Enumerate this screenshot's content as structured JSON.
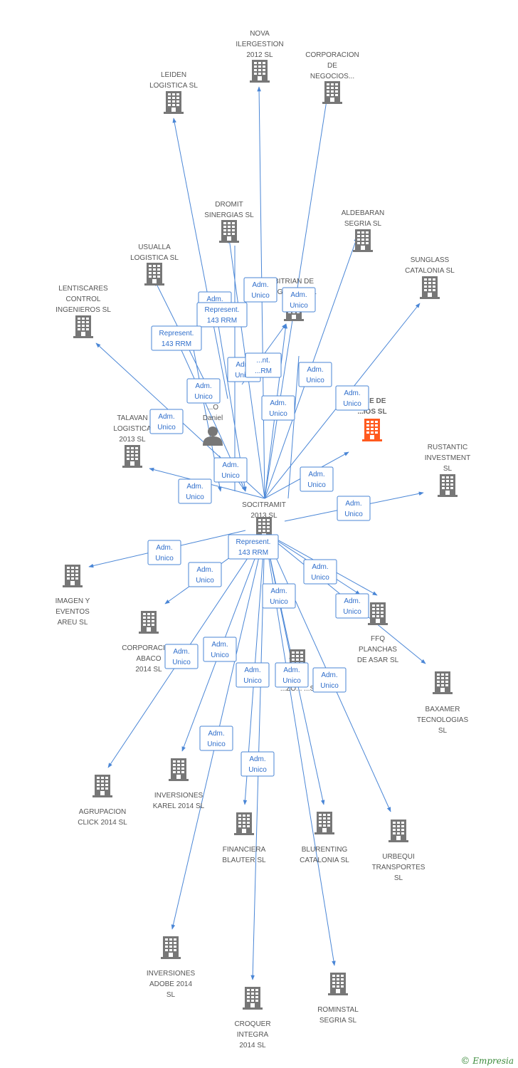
{
  "colors": {
    "edge": "#4a86d6",
    "building": "#777777",
    "highlight": "#ff5a1f",
    "label": "#555555"
  },
  "nodes": [
    {
      "id": "nova",
      "lines": [
        "NOVA",
        "ILERGESTION",
        "2012 SL"
      ],
      "icon": "building"
    },
    {
      "id": "corp_negocios",
      "lines": [
        "CORPORACION",
        "DE",
        "NEGOCIOS..."
      ],
      "icon": "building"
    },
    {
      "id": "leiden",
      "lines": [
        "LEIDEN",
        "LOGISTICA  SL"
      ],
      "icon": "building"
    },
    {
      "id": "dromit",
      "lines": [
        "DROMIT",
        "SINERGIAS  SL"
      ],
      "icon": "building"
    },
    {
      "id": "aldebaran",
      "lines": [
        "ALDEBARAN",
        "SEGRIA  SL"
      ],
      "icon": "building"
    },
    {
      "id": "usualla",
      "lines": [
        "USUALLA",
        "LOGISTICA  SL"
      ],
      "icon": "building"
    },
    {
      "id": "sunglass",
      "lines": [
        "SUNGLASS",
        "CATALONIA  SL"
      ],
      "icon": "building"
    },
    {
      "id": "bitrian",
      "lines": [
        "BITRIAN DE",
        "...GOCIOS  SL"
      ],
      "icon": "building"
    },
    {
      "id": "lentiscares",
      "lines": [
        "LENTISCARES",
        "CONTROL",
        "INGENIEROS  SL"
      ],
      "icon": "building"
    },
    {
      "id": "focus",
      "lines": [
        "...RE DE",
        "...IOS  SL"
      ],
      "icon": "building-highlight"
    },
    {
      "id": "daniel",
      "lines": [
        "...O",
        "...O",
        "Daniel"
      ],
      "icon": "person"
    },
    {
      "id": "talavan",
      "lines": [
        "TALAVAN",
        "LOGISTICA",
        "2013 SL"
      ],
      "icon": "building"
    },
    {
      "id": "rustantic",
      "lines": [
        "RUSTANTIC",
        "INVESTMENT",
        "SL"
      ],
      "icon": "building"
    },
    {
      "id": "socitramit",
      "lines": [
        "SOCITRAMIT",
        "2013 SL"
      ],
      "icon": "building"
    },
    {
      "id": "imagen",
      "lines": [
        "IMAGEN Y",
        "EVENTOS",
        "AREU SL"
      ],
      "icon": "building"
    },
    {
      "id": "corp_abaco",
      "lines": [
        "CORPORACION",
        "ABACO",
        "2014  SL"
      ],
      "icon": "building"
    },
    {
      "id": "ffq",
      "lines": [
        "FFQ",
        "PLANCHAS",
        "DE ASAR  SL"
      ],
      "icon": "building"
    },
    {
      "id": "mid",
      "lines": [
        "...ZO...   ...S"
      ],
      "icon": "building"
    },
    {
      "id": "baxamer",
      "lines": [
        "BAXAMER",
        "TECNOLOGIAS",
        "SL"
      ],
      "icon": "building"
    },
    {
      "id": "agrupacion",
      "lines": [
        "AGRUPACION",
        "CLICK 2014  SL"
      ],
      "icon": "building"
    },
    {
      "id": "karel",
      "lines": [
        "INVERSIONES",
        "KAREL 2014  SL"
      ],
      "icon": "building"
    },
    {
      "id": "blauter",
      "lines": [
        "FINANCIERA",
        "BLAUTER  SL"
      ],
      "icon": "building"
    },
    {
      "id": "blurenting",
      "lines": [
        "BLURENTING",
        "CATALONIA  SL"
      ],
      "icon": "building"
    },
    {
      "id": "urbequi",
      "lines": [
        "URBEQUI",
        "TRANSPORTES",
        "SL"
      ],
      "icon": "building"
    },
    {
      "id": "adobe",
      "lines": [
        "INVERSIONES",
        "ADOBE 2014",
        "SL"
      ],
      "icon": "building"
    },
    {
      "id": "croquer",
      "lines": [
        "CROQUER",
        "INTEGRA",
        "2014  SL"
      ],
      "icon": "building"
    },
    {
      "id": "rominstal",
      "lines": [
        "ROMINSTAL",
        "SEGRIA  SL"
      ],
      "icon": "building"
    }
  ],
  "edge_labels": [
    {
      "lines": [
        "Adm.",
        "Unico"
      ]
    },
    {
      "lines": [
        "Adm.",
        "Unico"
      ]
    },
    {
      "lines": [
        "Adm.",
        "..."
      ]
    },
    {
      "lines": [
        "Represent.",
        "143 RRM"
      ]
    },
    {
      "lines": [
        "Represent.",
        "143 RRM"
      ]
    },
    {
      "lines": [
        "Adm.",
        "Unico"
      ]
    },
    {
      "lines": [
        "...nt.",
        "...RM"
      ]
    },
    {
      "lines": [
        "Adm.",
        "Unico"
      ]
    },
    {
      "lines": [
        "Adm.",
        "Unico"
      ]
    },
    {
      "lines": [
        "Adm.",
        "Unico"
      ]
    },
    {
      "lines": [
        "Adm.",
        "Unico"
      ]
    },
    {
      "lines": [
        "Adm.",
        "Unico"
      ]
    },
    {
      "lines": [
        "Adm.",
        "Unico"
      ]
    },
    {
      "lines": [
        "Adm.",
        "Unico"
      ]
    },
    {
      "lines": [
        "Adm.",
        "Unico"
      ]
    },
    {
      "lines": [
        "Adm.",
        "Unico"
      ]
    },
    {
      "lines": [
        "Represent.",
        "143 RRM"
      ]
    },
    {
      "lines": [
        "Adm.",
        "Unico"
      ]
    },
    {
      "lines": [
        "Adm.",
        "Unico"
      ]
    },
    {
      "lines": [
        "Adm.",
        "Unico"
      ]
    },
    {
      "lines": [
        "Adm.",
        "Unico"
      ]
    },
    {
      "lines": [
        "Adm.",
        "Unico"
      ]
    },
    {
      "lines": [
        "Adm.",
        "Unico"
      ]
    },
    {
      "lines": [
        "Adm.",
        "Unico"
      ]
    },
    {
      "lines": [
        "Adm.",
        "Unico"
      ]
    },
    {
      "lines": [
        "Adm.",
        "Unico"
      ]
    },
    {
      "lines": [
        "Adm.",
        "Unico"
      ]
    },
    {
      "lines": [
        "Adm.",
        "Unico"
      ]
    },
    {
      "lines": [
        "Adm.",
        "Unico"
      ]
    }
  ],
  "copyright": {
    "symbol": "©",
    "brand": "Empresia"
  }
}
